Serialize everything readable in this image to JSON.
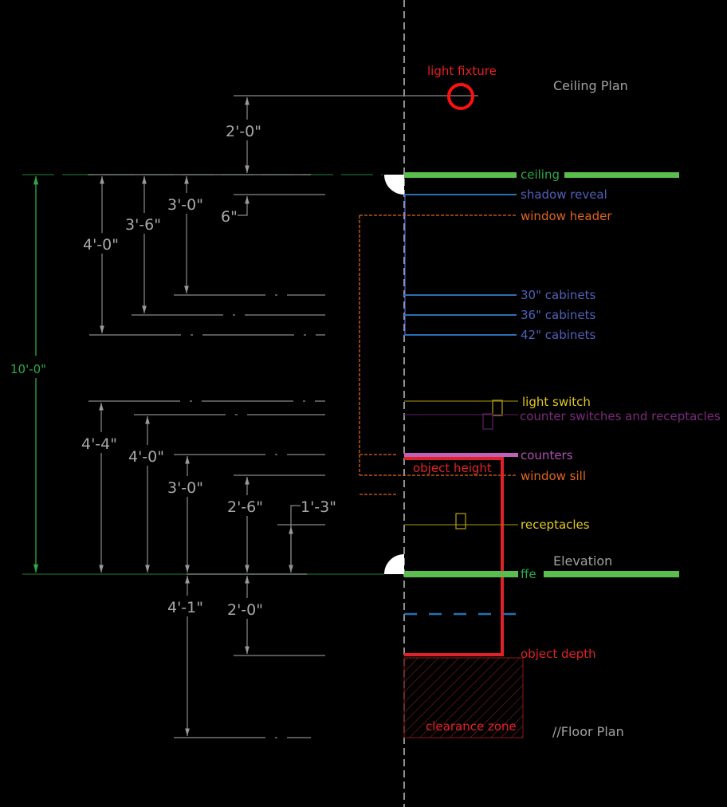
{
  "titles": {
    "ceiling_plan": "Ceiling Plan",
    "elevation": "Elevation",
    "floor_plan": "//Floor Plan"
  },
  "labels": {
    "light_fixture": "light fixture",
    "ceiling": "ceiling",
    "shadow_reveal": "shadow reveal",
    "window_header": "window header",
    "cab30": "30\" cabinets",
    "cab36": "36\" cabinets",
    "cab42": "42\" cabinets",
    "light_switch": "light switch",
    "counter_switches": "counter switches and receptacles",
    "counters": "counters",
    "object_height": "object height",
    "window_sill": "window sill",
    "receptacles": "receptacles",
    "ffe": "ffe",
    "object_depth": "object depth",
    "clearance_zone": "clearance zone"
  },
  "dimensions": {
    "overall": "10'-0\"",
    "fixture_above_ceiling": "2'-0\"",
    "reveal": "6\"",
    "cab30": "3'-0\"",
    "cab36": "3'-6\"",
    "cab42": "4'-0\"",
    "light_switch": "4'-4\"",
    "counter_switch": "4'-0\"",
    "counter": "3'-0\"",
    "sill": "2'-6\"",
    "receptacle": "1'-3\"",
    "clearance": "4'-1\"",
    "depth": "2'-0\""
  },
  "colors": {
    "ceiling_ffe": "#5bbd4e",
    "reveal_cabinets": "#2a6fb0",
    "window": "#e0651a",
    "switch_receptacle": "#d4c020",
    "counter_switch": "#7a2a7a",
    "counters": "#c060b8",
    "object": "#e02228",
    "dimension": "#a8a8a8"
  }
}
